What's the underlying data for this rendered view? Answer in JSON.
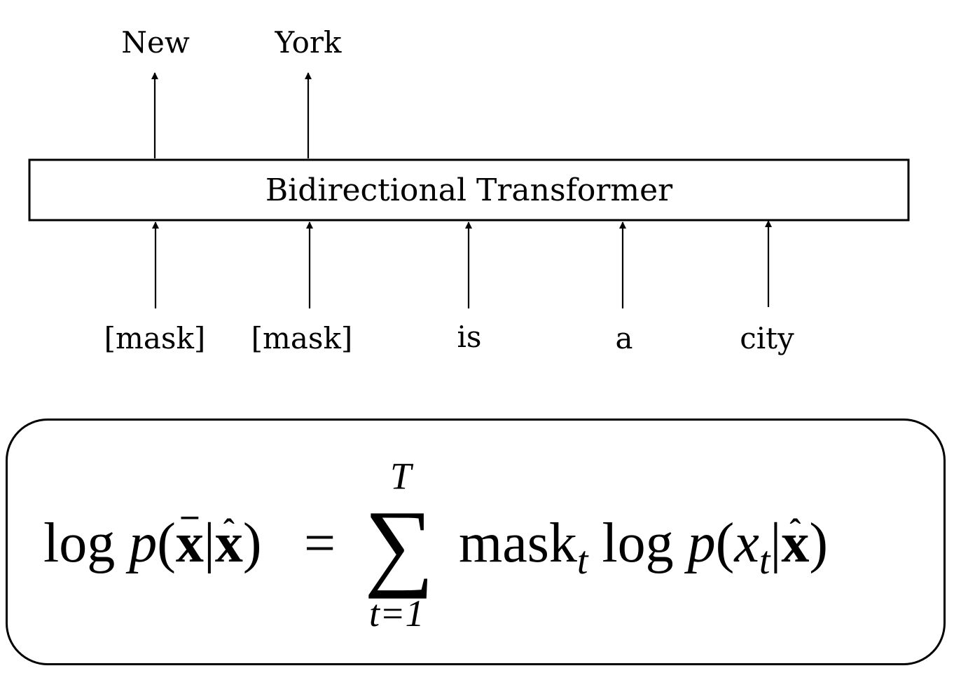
{
  "diagram": {
    "outputs": [
      "New",
      "York"
    ],
    "block_label": "Bidirectional Transformer",
    "inputs": [
      "[mask]",
      "[mask]",
      "is",
      "a",
      "city"
    ]
  },
  "formula": {
    "lhs_log": "log",
    "lhs_p": "p",
    "lhs_open": "(",
    "lhs_xbar": "x",
    "lhs_bar_mark": "¯",
    "lhs_bar": "|",
    "lhs_xhat": "x",
    "lhs_hat_mark": "ˆ",
    "lhs_close": ")",
    "equals": "=",
    "sum_symbol": "∑",
    "sum_upper": "T",
    "sum_lower": "t=1",
    "mask_word": "mask",
    "mask_sub": "t",
    "rhs_log": "log",
    "rhs_p": "p",
    "rhs_open": "(",
    "rhs_x": "x",
    "rhs_x_sub": "t",
    "rhs_bar": "|",
    "rhs_xhat": "x",
    "rhs_hat_mark": "ˆ",
    "rhs_close": ")"
  }
}
